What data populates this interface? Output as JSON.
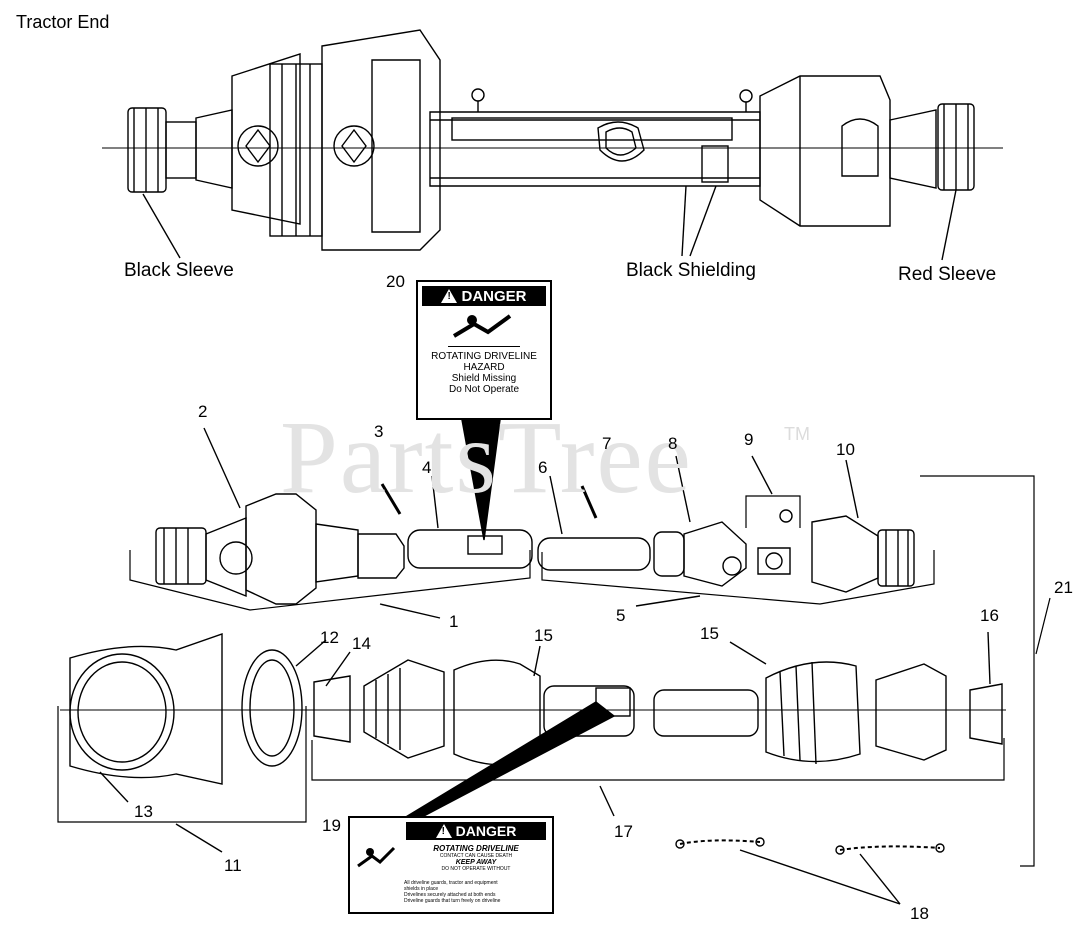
{
  "header": {
    "title": "Tractor End"
  },
  "watermark": {
    "text": "PartsTree",
    "tm": "TM"
  },
  "sleeves": {
    "left": "Black Sleeve",
    "middle": "Black Shielding",
    "right": "Red Sleeve"
  },
  "decal_top": {
    "number": "20",
    "heading": "DANGER",
    "lines": [
      "ROTATING DRIVELINE",
      "HAZARD",
      "Shield Missing",
      "Do Not Operate"
    ]
  },
  "decal_bottom": {
    "number": "19",
    "heading": "DANGER",
    "lines": [
      "ROTATING DRIVELINE",
      "CONTACT CAN CAUSE DEATH",
      "KEEP AWAY",
      "DO NOT OPERATE WITHOUT",
      "All driveline guards, tractor and equipment",
      "shields in place",
      "Drivelines securely attached at both ends",
      "Driveline guards that turn freely on driveline"
    ]
  },
  "callouts": [
    "1",
    "2",
    "3",
    "4",
    "5",
    "6",
    "7",
    "8",
    "9",
    "10",
    "11",
    "12",
    "13",
    "14",
    "15",
    "15",
    "16",
    "17",
    "18",
    "21"
  ],
  "colors": {
    "line": "#000000",
    "watermark": "#e3e3e3",
    "paper": "#ffffff"
  }
}
